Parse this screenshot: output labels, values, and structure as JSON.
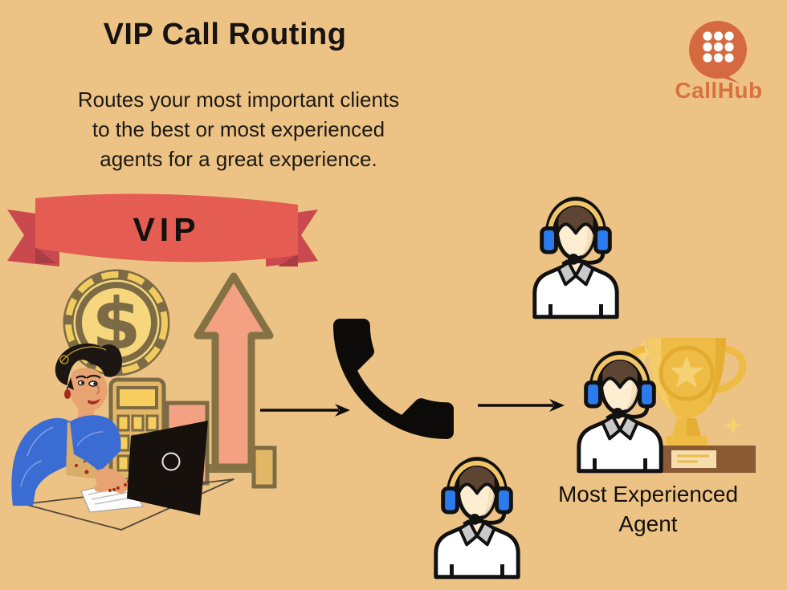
{
  "colors": {
    "background": "#ecc385",
    "brand_orange": "#d5693f",
    "brand_text_orange": "#d8713f",
    "ribbon_red": "#e45c52",
    "ribbon_tail_red": "#c9494f",
    "headset_blue": "#2b7bee",
    "trophy_gold": "#eebc45",
    "arrow_salmon": "#f4a183",
    "coin_gold": "#f6d77d",
    "outline_black": "#111111"
  },
  "header": {
    "title": "VIP Call Routing",
    "subtitle": "Routes your most important clients\nto the best or most experienced\nagents for a great experience."
  },
  "brand": {
    "name": "CallHub"
  },
  "ribbon": {
    "label": "VIP"
  },
  "flow": {
    "destination_label": "Most Experienced\nAgent"
  },
  "icons": {
    "logo": "callhub-speech-bubble-dialpad-icon",
    "caller": "woman-working-on-laptop-illustration",
    "money": "dollar-coin-icon",
    "growth": "up-arrow-icon",
    "call": "phone-icon",
    "agents": "call-center-agent-icon",
    "award": "trophy-icon"
  }
}
